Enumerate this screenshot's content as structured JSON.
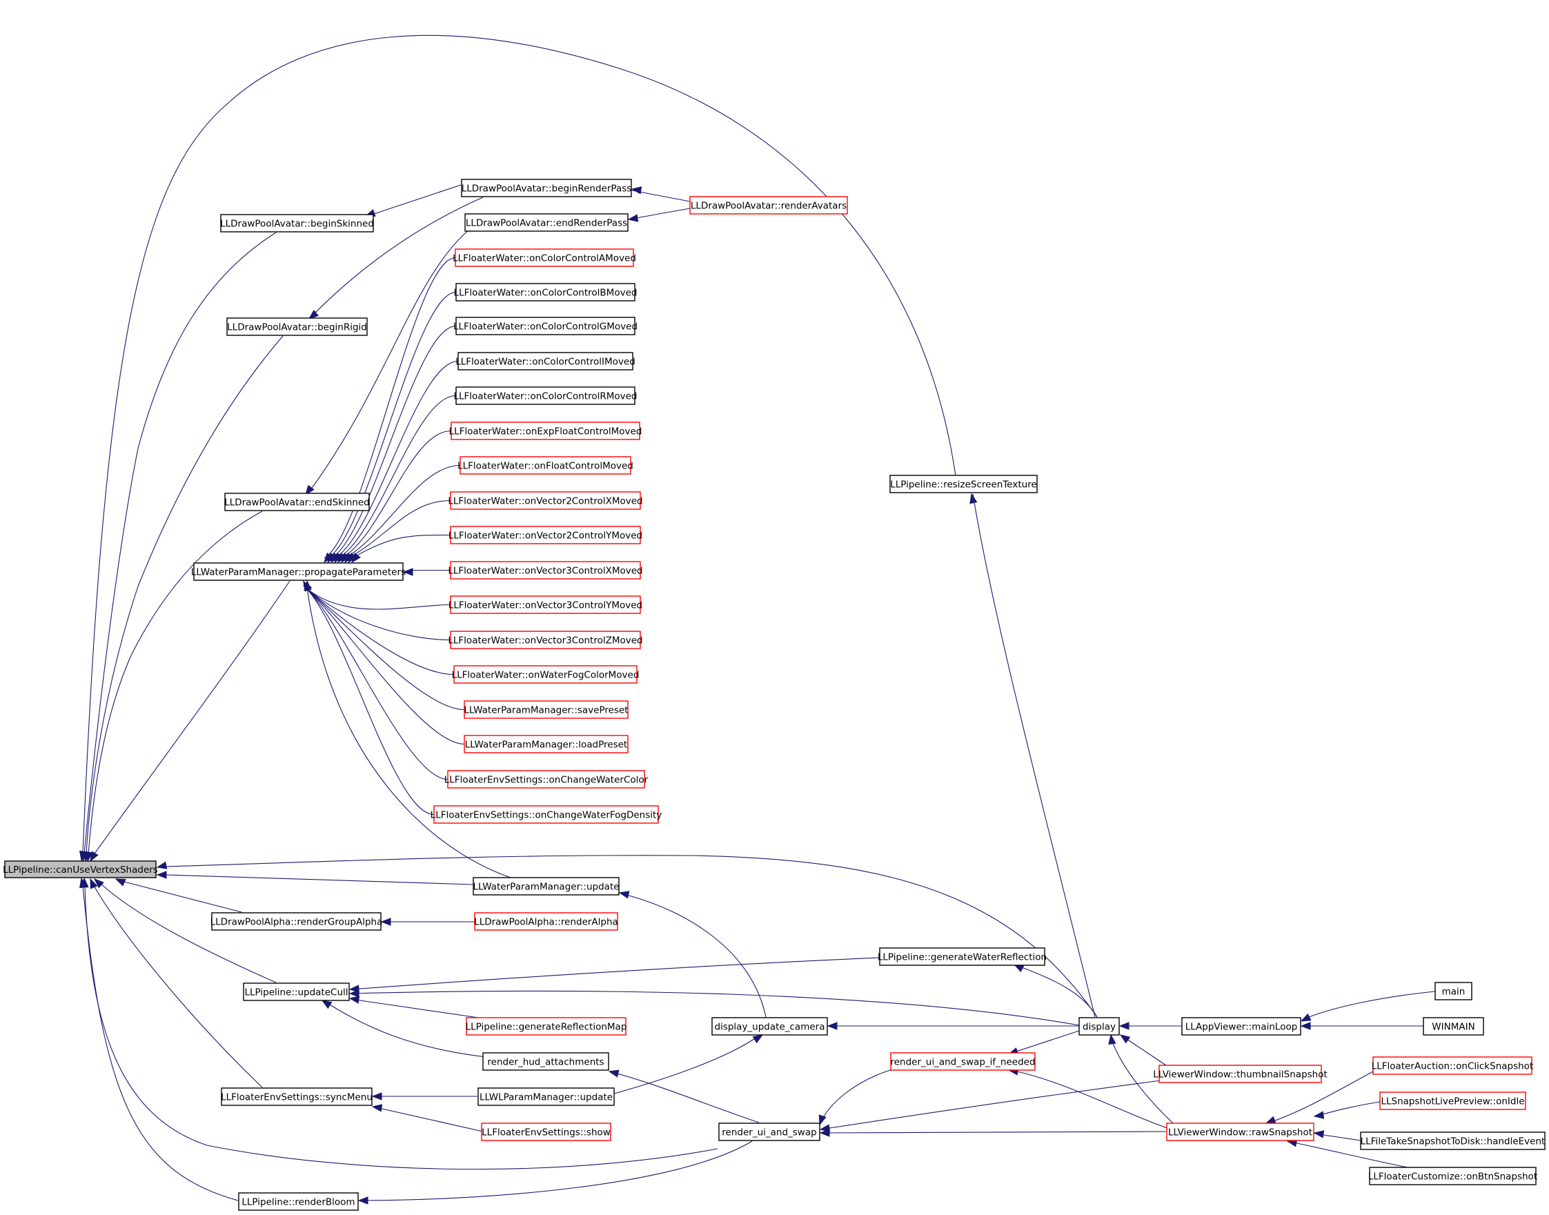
{
  "colors": {
    "edge": "#191970",
    "node_border": "#000000",
    "node_border_external": "#ff0000",
    "focus_fill": "#bfbfbf"
  },
  "nodes": [
    {
      "id": "canUse",
      "label": "LLPipeline::canUseVertexShaders",
      "style": "focus"
    },
    {
      "id": "beginSkinned",
      "label": "LLDrawPoolAvatar::beginSkinned",
      "style": "black"
    },
    {
      "id": "beginRigid",
      "label": "LLDrawPoolAvatar::beginRigid",
      "style": "black"
    },
    {
      "id": "endSkinned",
      "label": "LLDrawPoolAvatar::endSkinned",
      "style": "black"
    },
    {
      "id": "propagate",
      "label": "LLWaterParamManager::propagateParameters",
      "style": "black"
    },
    {
      "id": "beginRenderPass",
      "label": "LLDrawPoolAvatar::beginRenderPass",
      "style": "black"
    },
    {
      "id": "endRenderPass",
      "label": "LLDrawPoolAvatar::endRenderPass",
      "style": "black"
    },
    {
      "id": "renderAvatars",
      "label": "LLDrawPoolAvatar::renderAvatars",
      "style": "red"
    },
    {
      "id": "ccA",
      "label": "LLFloaterWater::onColorControlAMoved",
      "style": "red"
    },
    {
      "id": "ccB",
      "label": "LLFloaterWater::onColorControlBMoved",
      "style": "black"
    },
    {
      "id": "ccG",
      "label": "LLFloaterWater::onColorControlGMoved",
      "style": "black"
    },
    {
      "id": "ccI",
      "label": "LLFloaterWater::onColorControlIMoved",
      "style": "black"
    },
    {
      "id": "ccR",
      "label": "LLFloaterWater::onColorControlRMoved",
      "style": "black"
    },
    {
      "id": "expFloat",
      "label": "LLFloaterWater::onExpFloatControlMoved",
      "style": "red"
    },
    {
      "id": "floatCtl",
      "label": "LLFloaterWater::onFloatControlMoved",
      "style": "red"
    },
    {
      "id": "v2x",
      "label": "LLFloaterWater::onVector2ControlXMoved",
      "style": "red"
    },
    {
      "id": "v2y",
      "label": "LLFloaterWater::onVector2ControlYMoved",
      "style": "red"
    },
    {
      "id": "v3x",
      "label": "LLFloaterWater::onVector3ControlXMoved",
      "style": "red"
    },
    {
      "id": "v3y",
      "label": "LLFloaterWater::onVector3ControlYMoved",
      "style": "red"
    },
    {
      "id": "v3z",
      "label": "LLFloaterWater::onVector3ControlZMoved",
      "style": "red"
    },
    {
      "id": "fogColor",
      "label": "LLFloaterWater::onWaterFogColorMoved",
      "style": "red"
    },
    {
      "id": "savePreset",
      "label": "LLWaterParamManager::savePreset",
      "style": "red"
    },
    {
      "id": "loadPreset",
      "label": "LLWaterParamManager::loadPreset",
      "style": "red"
    },
    {
      "id": "envWaterColor",
      "label": "LLFloaterEnvSettings::onChangeWaterColor",
      "style": "red"
    },
    {
      "id": "envFogDensity",
      "label": "LLFloaterEnvSettings::onChangeWaterFogDensity",
      "style": "red"
    },
    {
      "id": "wpmUpdate",
      "label": "LLWaterParamManager::update",
      "style": "black"
    },
    {
      "id": "groupAlpha",
      "label": "LLDrawPoolAlpha::renderGroupAlpha",
      "style": "black"
    },
    {
      "id": "renderAlpha",
      "label": "LLDrawPoolAlpha::renderAlpha",
      "style": "red"
    },
    {
      "id": "updateCull",
      "label": "LLPipeline::updateCull",
      "style": "black"
    },
    {
      "id": "genRefl",
      "label": "LLPipeline::generateReflectionMap",
      "style": "red"
    },
    {
      "id": "hud",
      "label": "render_hud_attachments",
      "style": "black"
    },
    {
      "id": "genWater",
      "label": "LLPipeline::generateWaterReflection",
      "style": "black"
    },
    {
      "id": "syncMenu",
      "label": "LLFloaterEnvSettings::syncMenu",
      "style": "black"
    },
    {
      "id": "wlUpdate",
      "label": "LLWLParamManager::update",
      "style": "black"
    },
    {
      "id": "envShow",
      "label": "LLFloaterEnvSettings::show",
      "style": "red"
    },
    {
      "id": "renderBloom",
      "label": "LLPipeline::renderBloom",
      "style": "black"
    },
    {
      "id": "resize",
      "label": "LLPipeline::resizeScreenTexture",
      "style": "black"
    },
    {
      "id": "camera",
      "label": "display_update_camera",
      "style": "black"
    },
    {
      "id": "display",
      "label": "display",
      "style": "black"
    },
    {
      "id": "mainLoop",
      "label": "LLAppViewer::mainLoop",
      "style": "black"
    },
    {
      "id": "main",
      "label": "main",
      "style": "black"
    },
    {
      "id": "winmain",
      "label": "WINMAIN",
      "style": "black"
    },
    {
      "id": "swapIf",
      "label": "render_ui_and_swap_if_needed",
      "style": "red"
    },
    {
      "id": "thumb",
      "label": "LLViewerWindow::thumbnailSnapshot",
      "style": "red"
    },
    {
      "id": "rawSnap",
      "label": "LLViewerWindow::rawSnapshot",
      "style": "red"
    },
    {
      "id": "swap",
      "label": "render_ui_and_swap",
      "style": "black"
    },
    {
      "id": "auction",
      "label": "LLFloaterAuction::onClickSnapshot",
      "style": "red"
    },
    {
      "id": "preview",
      "label": "LLSnapshotLivePreview::onIdle",
      "style": "red"
    },
    {
      "id": "fileSnap",
      "label": "LLFileTakeSnapshotToDisk::handleEvent",
      "style": "black"
    },
    {
      "id": "customize",
      "label": "LLFloaterCustomize::onBtnSnapshot",
      "style": "black"
    }
  ]
}
